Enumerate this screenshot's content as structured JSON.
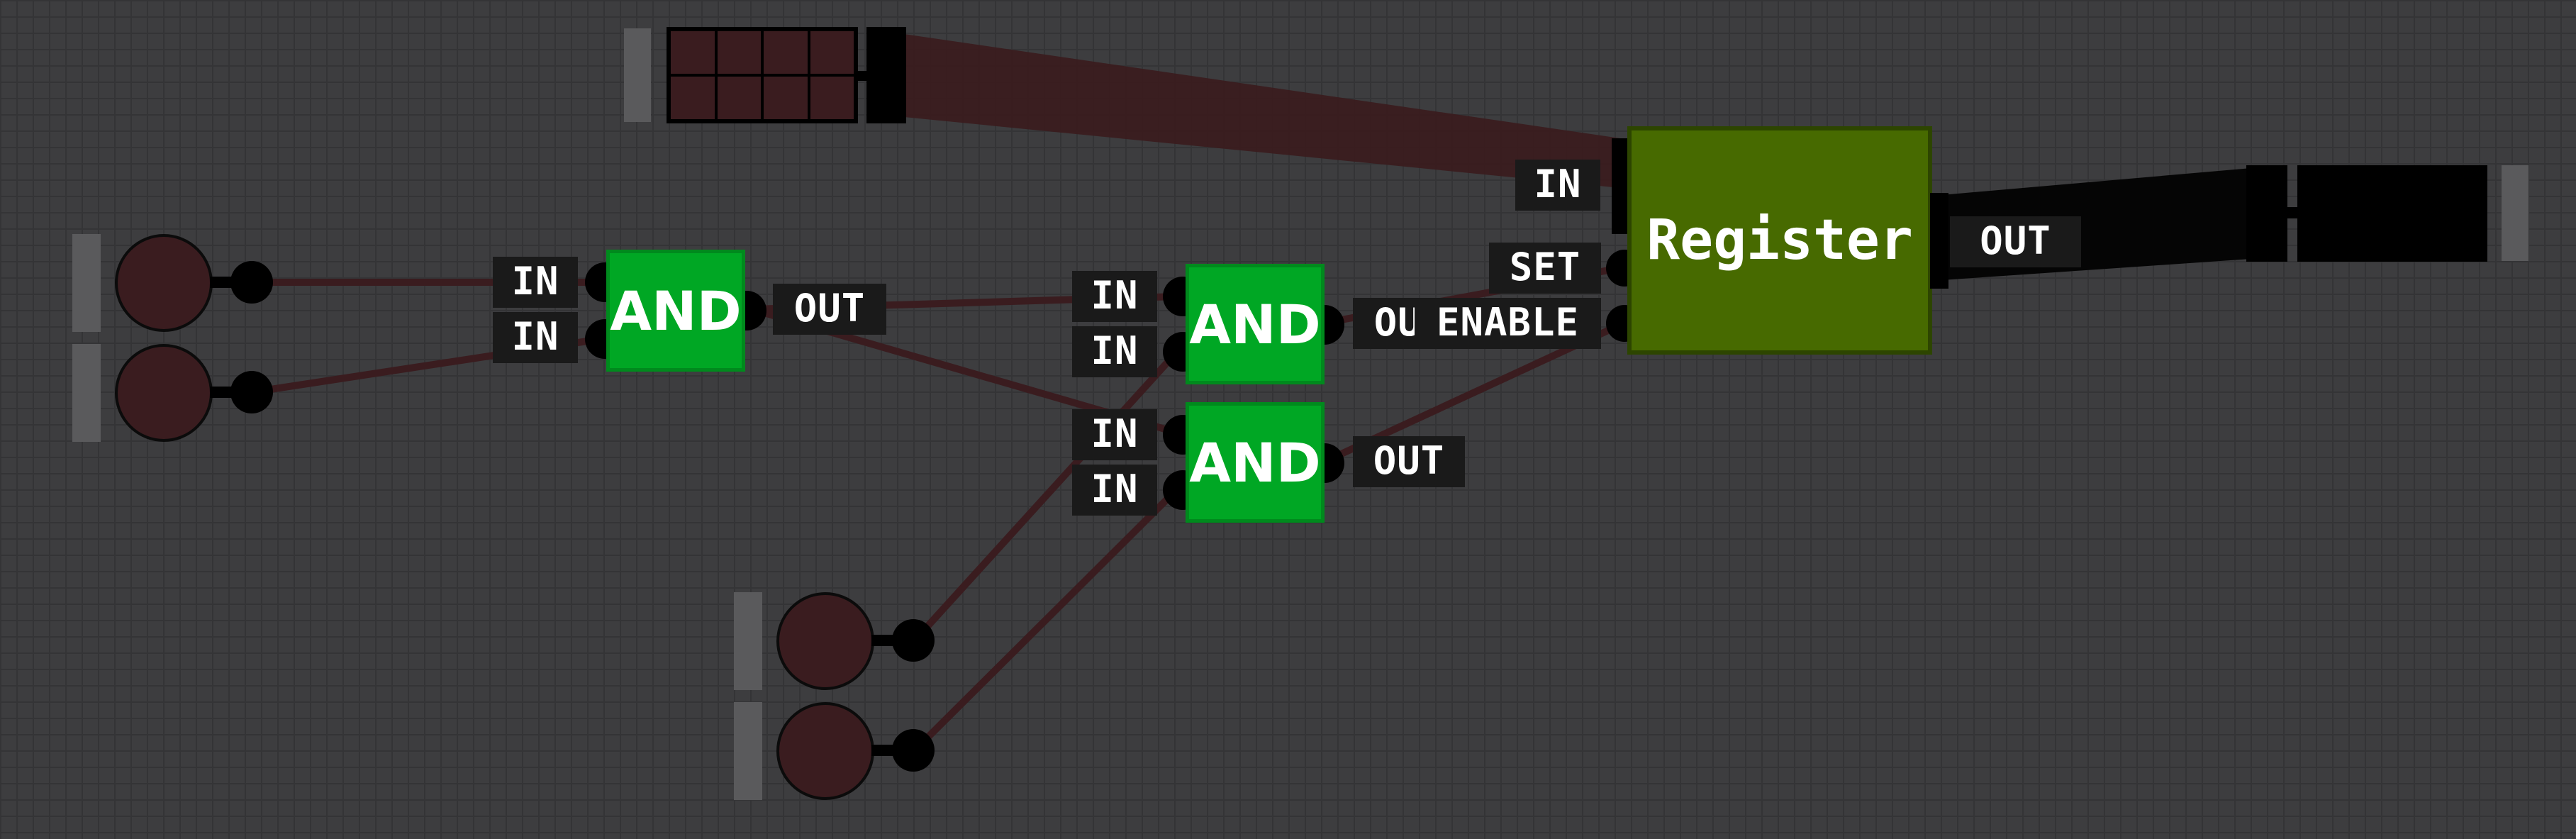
{
  "canvas": {
    "background": "#3d3d3f",
    "grid_line_color": "#343436",
    "wire_color": "#3a1c1f",
    "bus_color": "#000000"
  },
  "inputs": {
    "switch_a": "lamp-icon",
    "switch_b": "lamp-icon",
    "switch_c": "lamp-icon",
    "switch_d": "lamp-icon"
  },
  "gates": {
    "and_1": {
      "label": "AND",
      "in_labels": [
        "IN",
        "IN"
      ],
      "out_label": "OUT",
      "color": "#00a724"
    },
    "and_2": {
      "label": "AND",
      "in_labels": [
        "IN",
        "IN"
      ],
      "out_label": "OUT",
      "color": "#00a724"
    },
    "and_3": {
      "label": "AND",
      "in_labels": [
        "IN",
        "IN"
      ],
      "out_label": "OUT",
      "color": "#00a724"
    }
  },
  "register": {
    "label": "Register",
    "color": "#476a00",
    "in_label": "IN",
    "set_label": "SET",
    "enable_label": "ENABLE",
    "out_label": "OUT"
  },
  "bus_input": {
    "bits": 8,
    "cells_color": "#3a1c1f"
  },
  "bus_output": {
    "color": "#000000"
  }
}
